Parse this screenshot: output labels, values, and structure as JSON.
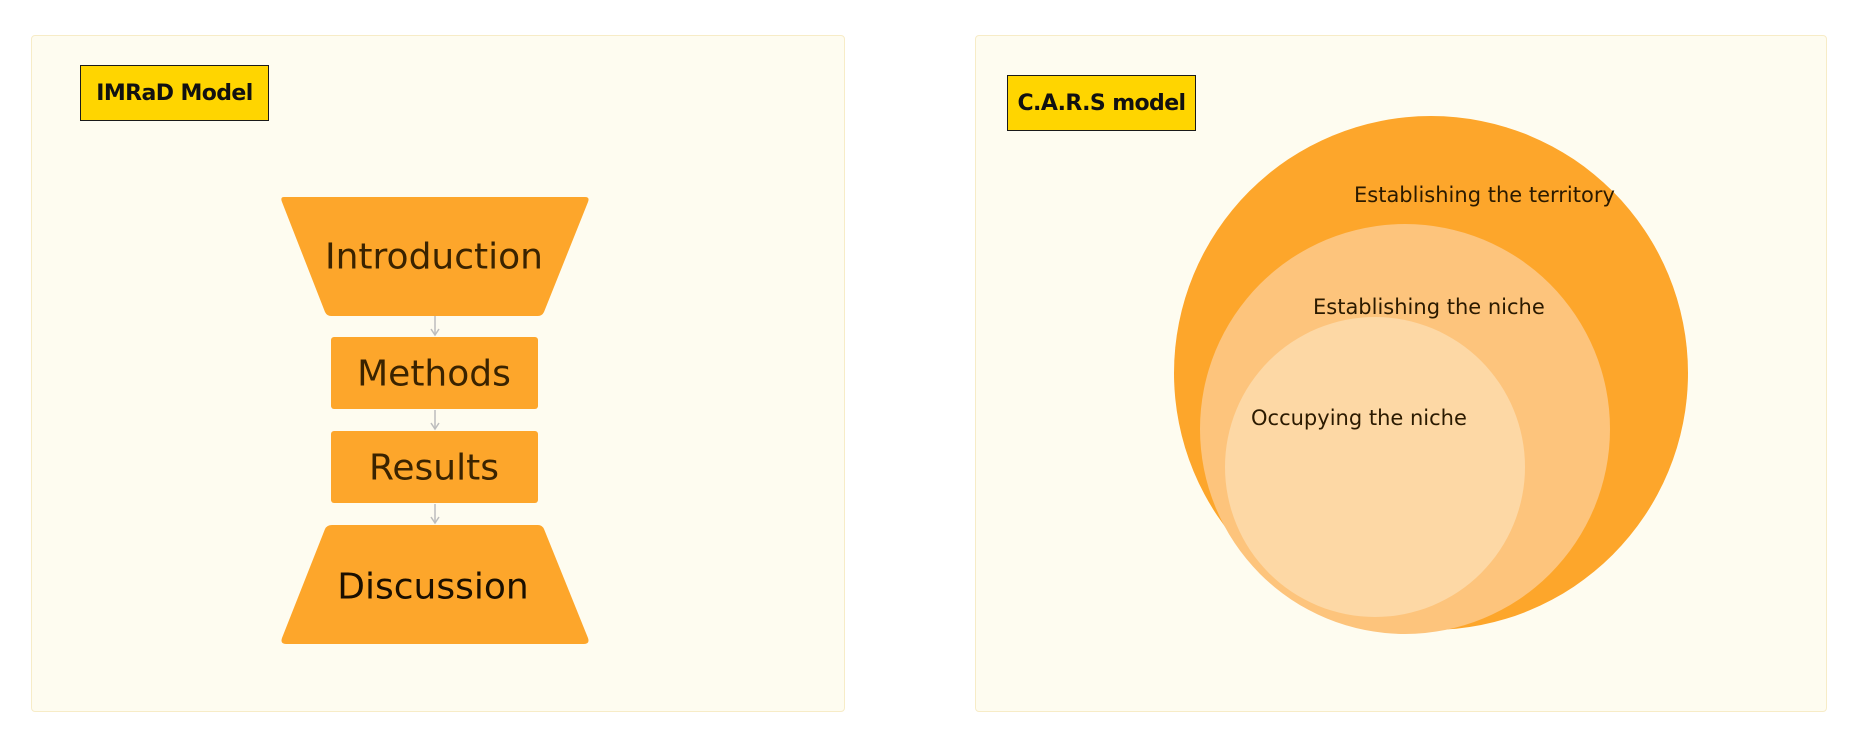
{
  "imrad": {
    "title": "IMRaD Model",
    "stages": {
      "introduction": "Introduction",
      "methods": "Methods",
      "results": "Results",
      "discussion": "Discussion"
    }
  },
  "cars": {
    "title": "C.A.R.S model",
    "rings": {
      "outer": "Establishing the territory",
      "middle": "Establishing the niche",
      "inner": "Occupying the niche"
    }
  },
  "colors": {
    "panel_background": "#fefcf0",
    "title_tag": "#ffd500",
    "shape_orange": "#fda62b",
    "ring_middle": "#fdc47c",
    "ring_inner": "#fdd8a5",
    "connector": "#bdbdbd"
  }
}
